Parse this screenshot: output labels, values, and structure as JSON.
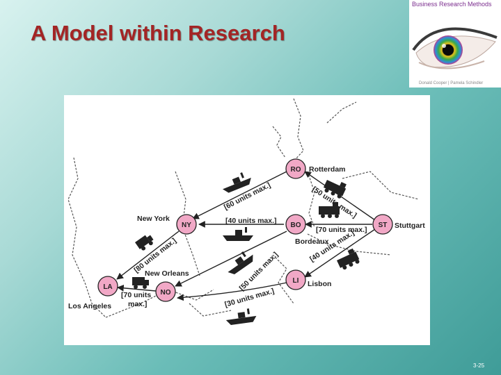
{
  "slide": {
    "title": "A Model within Research",
    "page_number": "3-25"
  },
  "logo": {
    "heading": "Business Research Methods",
    "footer": "Donald Cooper | Pamela Schindler",
    "image": "eye-illustration"
  },
  "diagram": {
    "nodes": [
      {
        "id": "RO",
        "city": "Rotterdam"
      },
      {
        "id": "NY",
        "city": "New York"
      },
      {
        "id": "BO",
        "city": "Bordeaux"
      },
      {
        "id": "ST",
        "city": "Stuttgart"
      },
      {
        "id": "LI",
        "city": "Lisbon"
      },
      {
        "id": "LA",
        "city": "Los Angeles"
      },
      {
        "id": "NO",
        "city": "New Orleans"
      }
    ],
    "capacities": {
      "ro_ny": "[60 units max.]",
      "ro_st": "[50 units max.]",
      "bo_ny": "[40 units max.]",
      "st_bo": "[70 units max.]",
      "st_li": "[40 units max.]",
      "ny_la": "[80 units max.]",
      "bo_no": "[50 units max.]",
      "li_no": "[30 units max.]",
      "no_la_1": "[70 units",
      "no_la_2": "max.]"
    },
    "vehicle_icons": [
      "ship-icon",
      "train-icon",
      "truck-icon"
    ]
  }
}
